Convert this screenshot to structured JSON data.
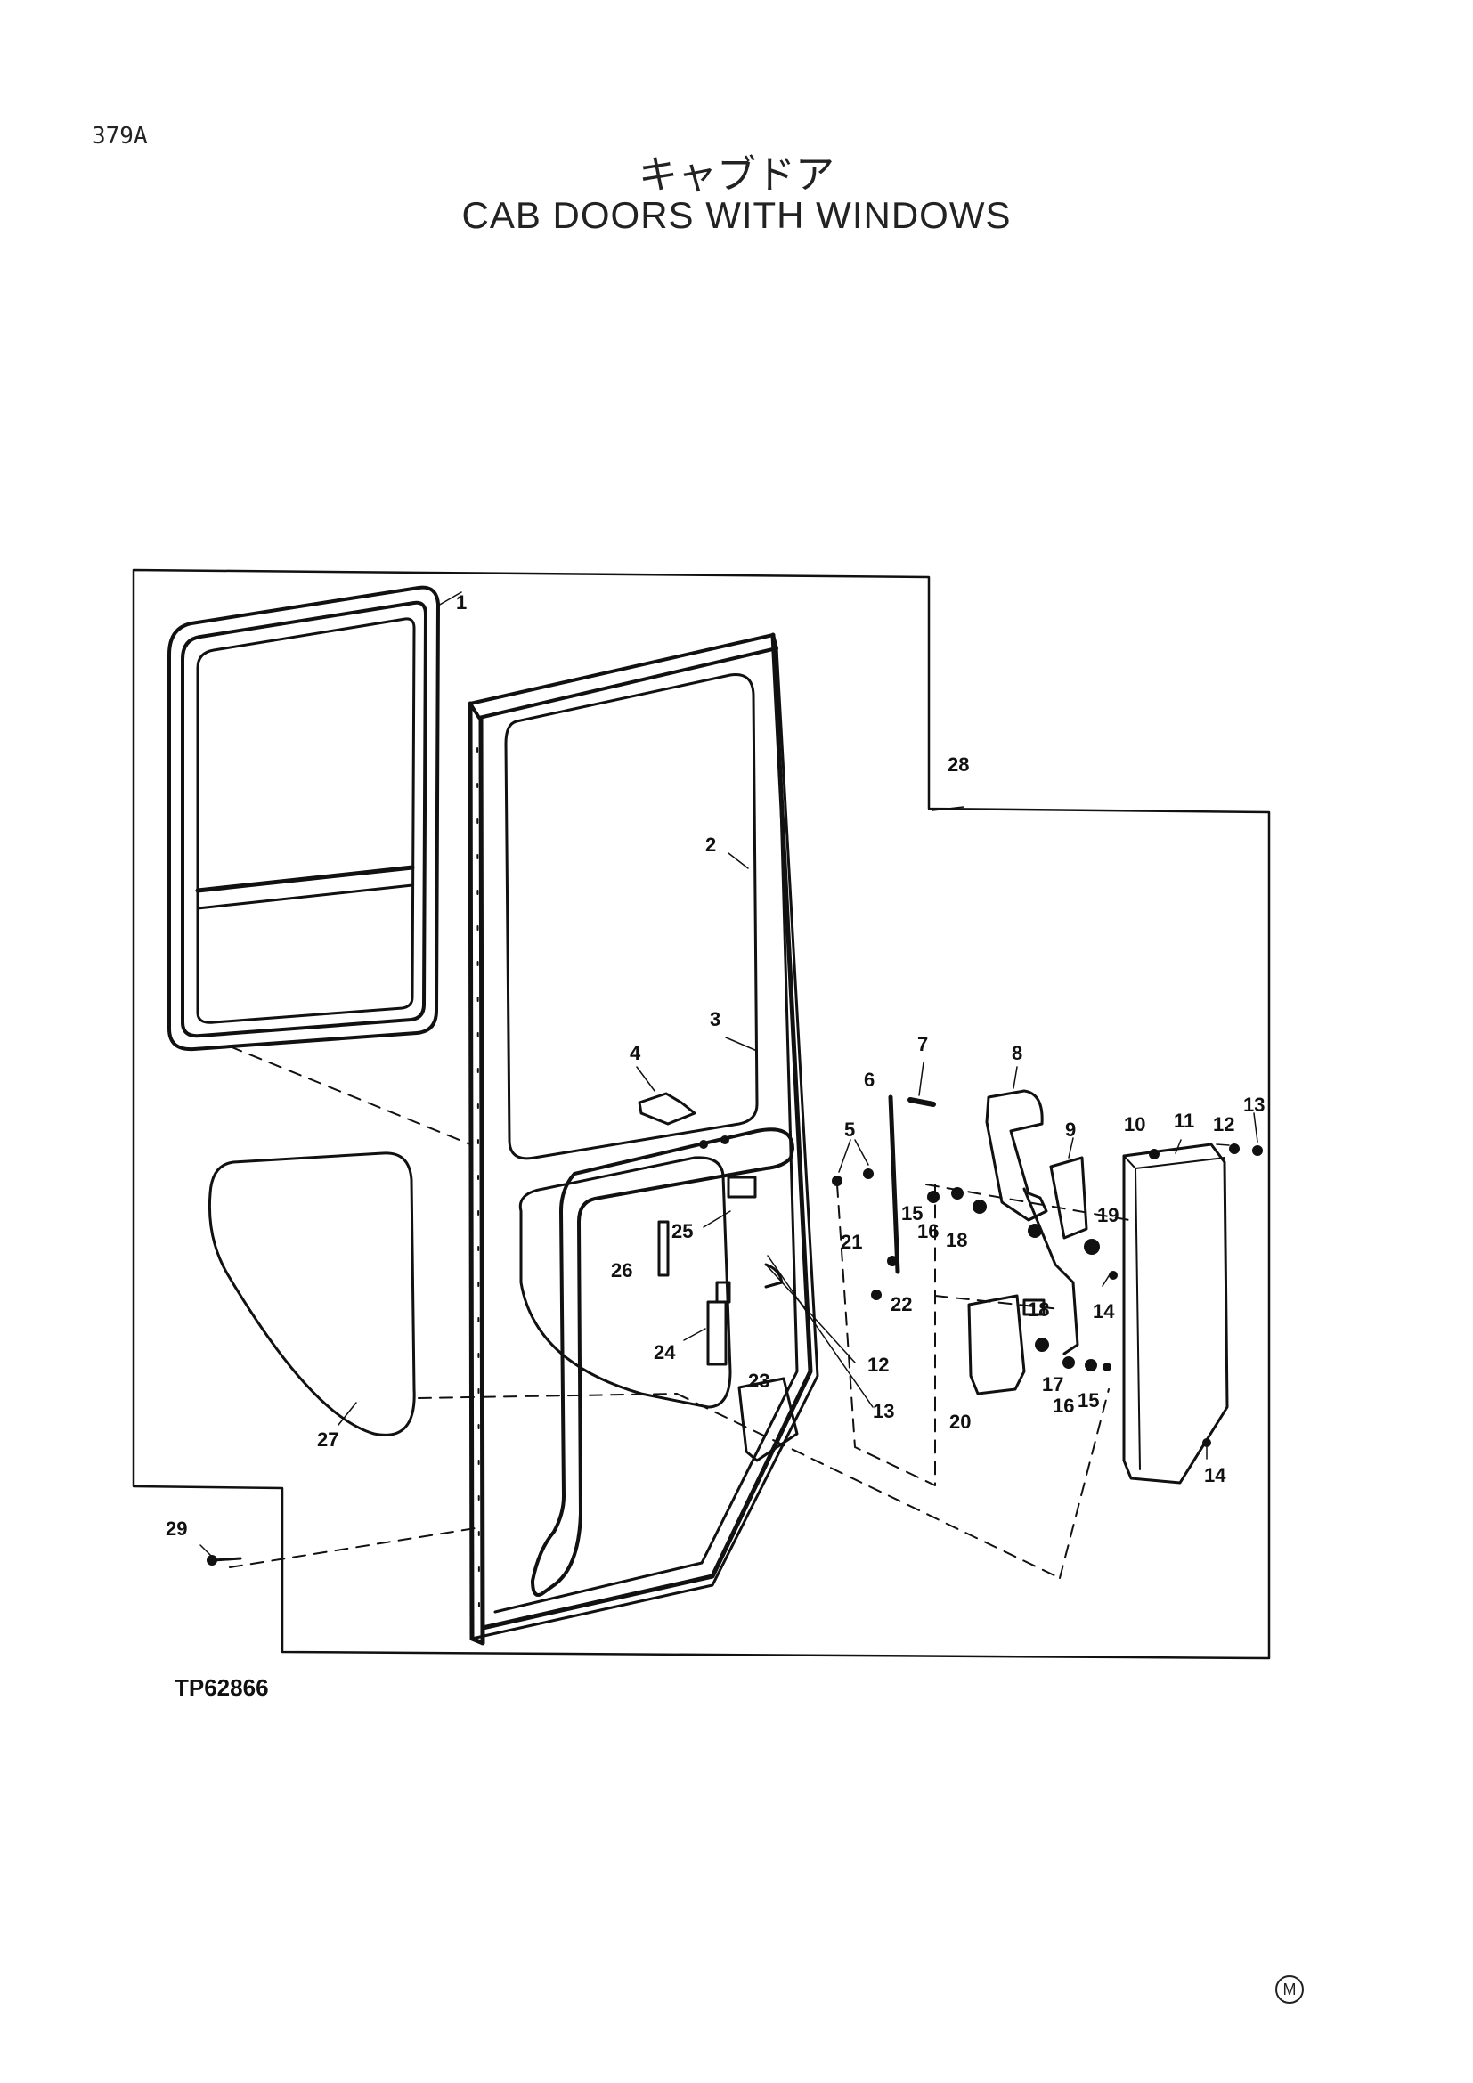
{
  "header": {
    "page_number": "379A",
    "title_jp": "キャブドア",
    "title_en": "CAB DOORS WITH WINDOWS"
  },
  "figure": {
    "id": "TP62866",
    "callouts": [
      "1",
      "2",
      "3",
      "4",
      "5",
      "6",
      "7",
      "8",
      "9",
      "10",
      "11",
      "12",
      "13",
      "14",
      "15",
      "16",
      "18",
      "25",
      "19",
      "21",
      "26",
      "22",
      "14",
      "18",
      "24",
      "12",
      "23",
      "17",
      "16",
      "15",
      "13",
      "20",
      "14",
      "27",
      "29",
      "28"
    ]
  },
  "footer": {
    "mark": "M"
  }
}
